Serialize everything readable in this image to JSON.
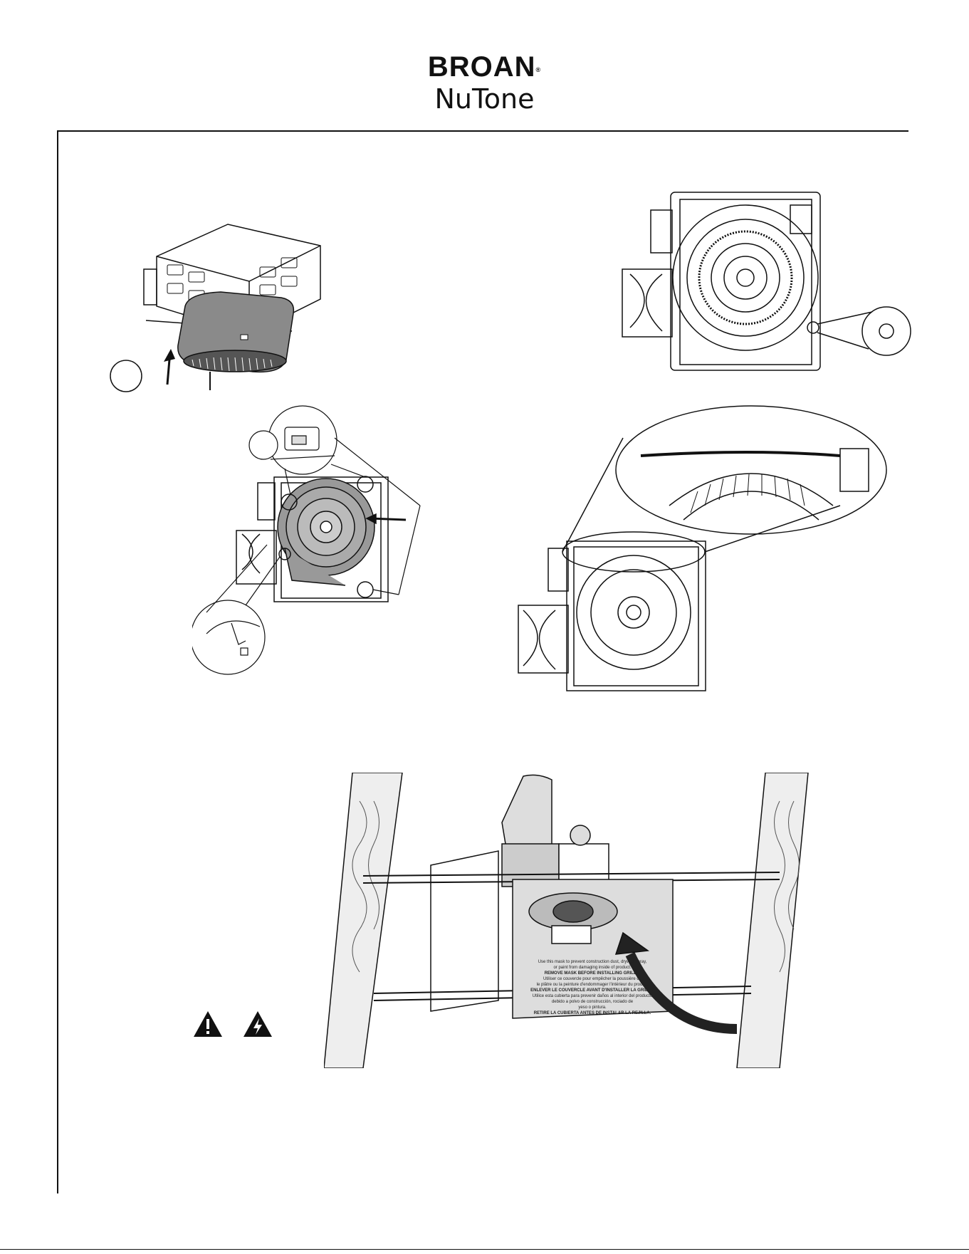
{
  "brand": {
    "line1": "BROAN",
    "line1_mark": "®",
    "line2": "NuTone"
  },
  "mask_card": {
    "line1": "Use this mask to prevent construction dust, drywall spray,",
    "line2": "or paint from damaging inside of product.",
    "line3": "REMOVE MASK BEFORE INSTALLING GRILLE.",
    "line4": "Utiliser ce couvercle pour empêcher la poussière de",
    "line5": "le plâtre ou la peinture d'endommager l'intérieur du produit.",
    "line6": "ENLEVER LE COUVERCLE AVANT D'INSTALLER LA GRILLE.",
    "line7": "Utilice esta cubierta para prevenir daños al interior del producto",
    "line8": "debido a polvo de construcción, rociado de",
    "line9": "yeso o pintura.",
    "line10": "RETIRE LA CUBIERTA ANTES DE INSTALAR LA REJILLA."
  },
  "icons": {
    "warning": "warning-triangle-icon",
    "electrical": "electrical-hazard-icon"
  }
}
